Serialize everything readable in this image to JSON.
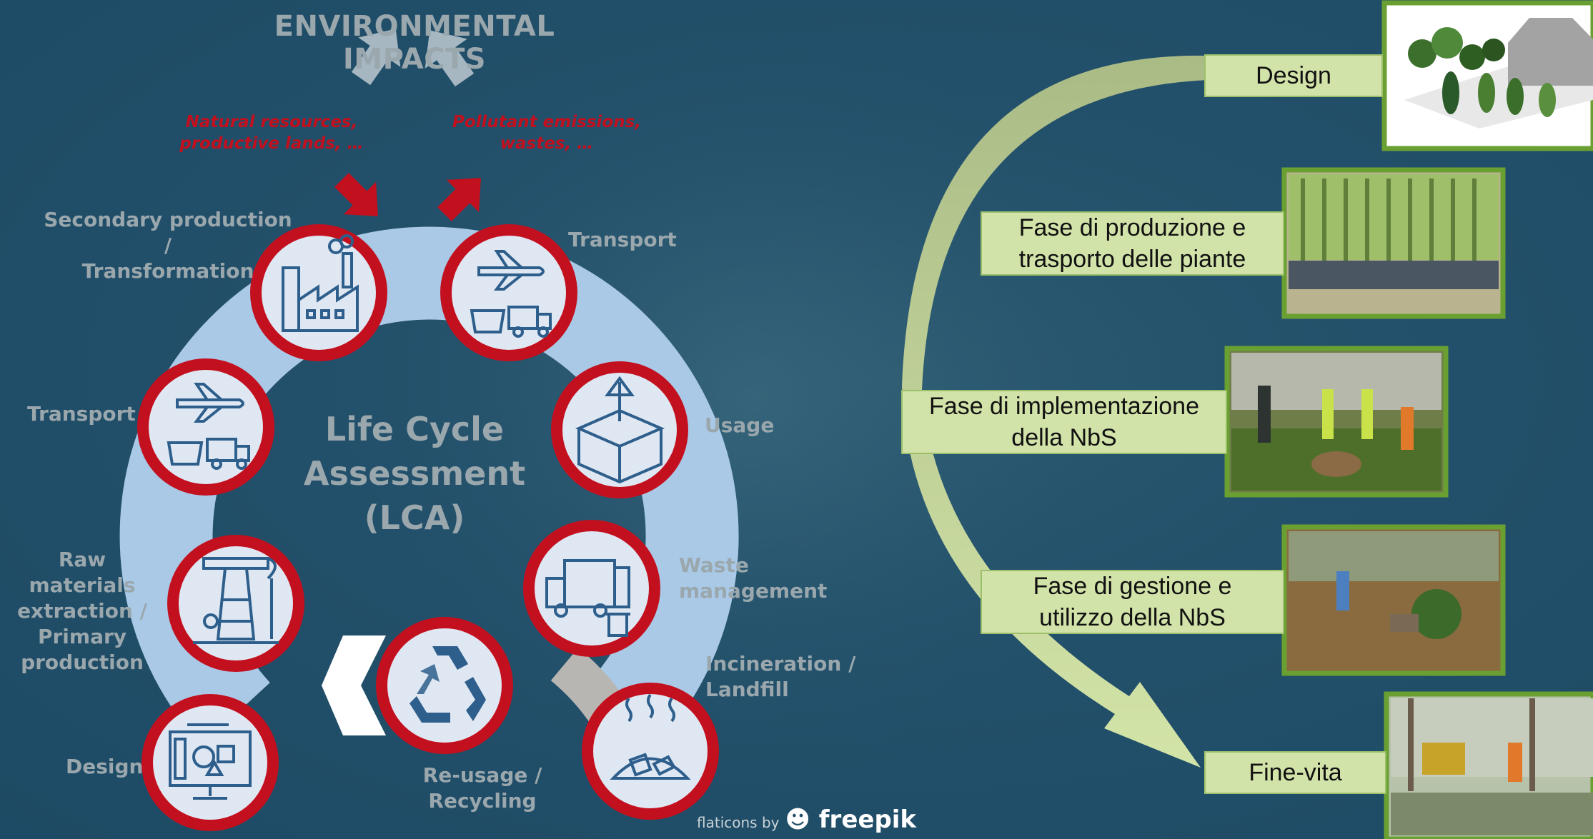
{
  "left": {
    "title": "ENVIRONMENTAL IMPACTS",
    "note_inputs": [
      "Natural resources,",
      "productive lands, …"
    ],
    "note_outputs": [
      "Pollutant emissions,",
      "wastes, …"
    ],
    "center_title": [
      "Life Cycle",
      "Assessment",
      "(LCA)"
    ],
    "labels": {
      "secondary": [
        "Secondary production /",
        "Transformation"
      ],
      "transport_top": "Transport",
      "transport_left": "Transport",
      "usage": "Usage",
      "raw": [
        "Raw materials",
        "extraction /",
        "Primary",
        "production"
      ],
      "waste": [
        "Waste",
        "management"
      ],
      "incineration": [
        "Incineration /",
        "Landfill"
      ],
      "design": "Design",
      "reuse": [
        "Re-usage /",
        "Recycling"
      ]
    },
    "icons": [
      "factory-icon",
      "transport-icon",
      "transport-icon",
      "box-usage-icon",
      "oil-pump-icon",
      "garbage-truck-icon",
      "recycle-icon",
      "design-monitor-icon",
      "landfill-icon"
    ],
    "credit_prefix": "flaticons by",
    "credit_brand": "freepik"
  },
  "right": {
    "phases": [
      {
        "label": [
          "Design"
        ],
        "photo": "house-trees-photo"
      },
      {
        "label": [
          "Fase di produzione e",
          "trasporto delle piante"
        ],
        "photo": "nursery-plants-photo"
      },
      {
        "label": [
          "Fase di implementazione",
          "della NbS"
        ],
        "photo": "planting-volunteers-photo"
      },
      {
        "label": [
          "Fase di gestione e",
          "utilizzo della NbS"
        ],
        "photo": "leaf-mulching-photo"
      },
      {
        "label": [
          "Fine-vita"
        ],
        "photo": "tree-removal-photo"
      }
    ]
  },
  "colors": {
    "background": "#23506a",
    "ring": "#a9c9e6",
    "circle_border": "#c3101f",
    "circle_fill": "#dfe7f2",
    "icon_stroke": "#2e5f8c",
    "arrow_gray": "#a7b7c2",
    "arrow_red": "#c3101f",
    "phase_box": "#d2e3a9",
    "curve": "#c7d9a0",
    "photo_border": "#6aa032"
  }
}
